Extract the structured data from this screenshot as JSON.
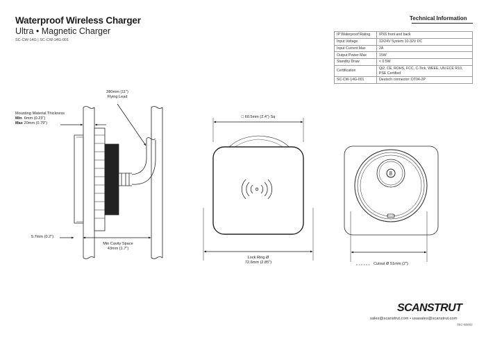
{
  "header": {
    "title": "Waterproof Wireless Charger",
    "subtitle": "Ultra • Magnetic Charger",
    "product_codes": "SC-CW-14G  |  SC-CW-14G-001"
  },
  "tech_info": {
    "heading": "Technical Information",
    "rows": [
      {
        "key": "IP Waterproof Rating",
        "value": "IPX6 front and back"
      },
      {
        "key": "Input Voltage",
        "value": "12/24V System 10-32V DC"
      },
      {
        "key": "Input Current Max",
        "value": "2A"
      },
      {
        "key": "Output Power Max",
        "value": "15W"
      },
      {
        "key": "Standby Draw",
        "value": "< 0.5W"
      },
      {
        "key": "Certification",
        "value": "Qi2, CE, ROHS, FCC, C-Tick, WEEE, UN ECE R10, PSE Certified"
      },
      {
        "key": "SC-CW-14G-001",
        "value": "Deutsch connector: DT04-2P"
      }
    ]
  },
  "side_view": {
    "flying_lead_line1": "280mm (11\")",
    "flying_lead_line2": "Flying Lead",
    "mount_thickness_title": "Mounting Material Thickness",
    "min_label": "Min",
    "min_value": "6mm (0.23\")",
    "max_label": "Max",
    "max_value": "20mm (0.79\")",
    "bezel_depth": "5.7mm (0.2\")",
    "cavity_line1": "Min Cavity Space",
    "cavity_line2": "43mm (1.7\")"
  },
  "front_view": {
    "width_label": "□ 60.5mm (2.4\") Sq",
    "lock_ring_line1": "Lock Ring Ø",
    "lock_ring_line2": "72.6mm (2.85\")"
  },
  "rear_view": {
    "cutout_label": "Cutout Ø  51mm (2\")"
  },
  "footer": {
    "brand": "SCANSTRUT",
    "emails": "sales@scanstrut.com  •  usasales@scanstrut.com",
    "doc_code": "TEC-008/02"
  }
}
